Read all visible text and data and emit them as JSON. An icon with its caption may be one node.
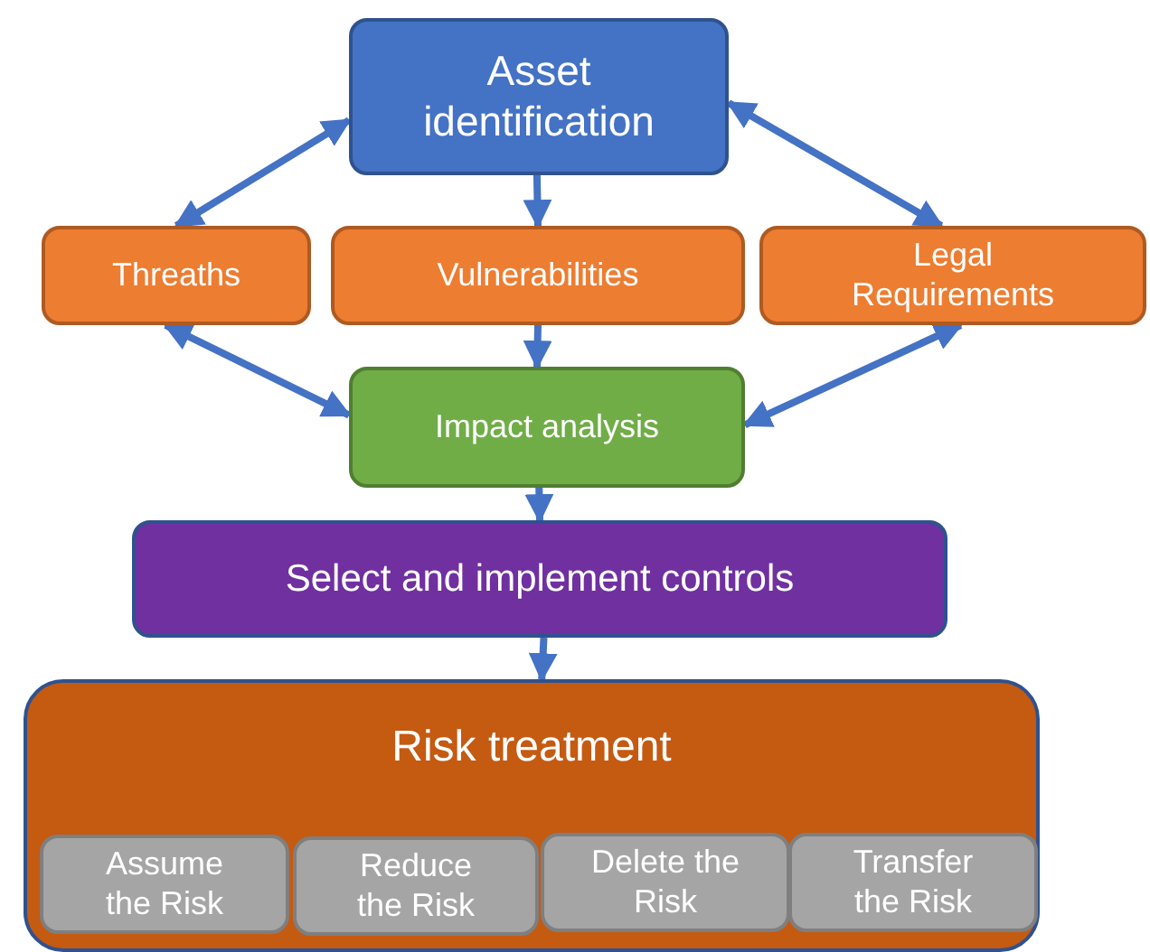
{
  "diagram": {
    "nodes": [
      {
        "text": [
          "Asset identification"
        ]
      },
      {
        "text": [
          "Threaths"
        ]
      },
      {
        "text": [
          "Vulnerabilities"
        ]
      },
      {
        "text": [
          "Legal Requirements"
        ]
      },
      {
        "text": [
          "Impact analysis"
        ]
      },
      {
        "text": [
          "Select and implement controls"
        ]
      },
      {
        "text": [
          "Risk treatment"
        ]
      },
      {
        "text": [
          "Assume the Risk"
        ],
        "in": 6
      },
      {
        "text": [
          "Reduce the Risk"
        ],
        "in": 6
      },
      {
        "text": [
          "Delete the Risk"
        ],
        "in": 6
      },
      {
        "text": [
          "Transfer the Risk"
        ],
        "in": 6
      }
    ],
    "edges": [
      {
        "from": 0,
        "to": 1,
        "arrow": "both"
      },
      {
        "from": 0,
        "to": 2,
        "arrow": "to"
      },
      {
        "from": 0,
        "to": 3,
        "arrow": "both"
      },
      {
        "from": 1,
        "to": 4,
        "arrow": "both"
      },
      {
        "from": 2,
        "to": 4,
        "arrow": "to"
      },
      {
        "from": 3,
        "to": 4,
        "arrow": "both"
      },
      {
        "from": 4,
        "to": 5,
        "arrow": "to"
      },
      {
        "from": 5,
        "to": 6,
        "arrow": "to"
      }
    ]
  }
}
